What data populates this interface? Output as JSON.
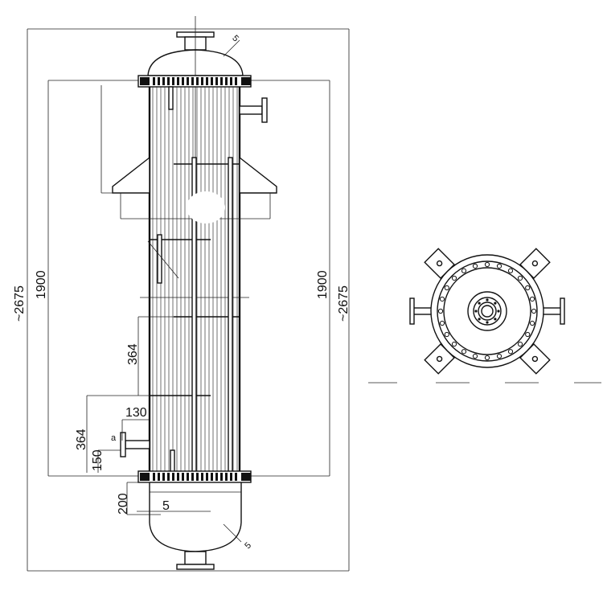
{
  "dimensions": {
    "overall_left": "~2675",
    "overall_right": "~2675",
    "height_left": "1900",
    "height_right": "1900",
    "baffle_pitch": "364",
    "lower_pitch": "364",
    "nozzle_offset": "130",
    "nozzle_bottom": "150",
    "head_depth": "200",
    "wall_bottom": "5",
    "wall_top_head": "5",
    "wall_bottom_head": "5",
    "nozzle_tag": "a"
  }
}
